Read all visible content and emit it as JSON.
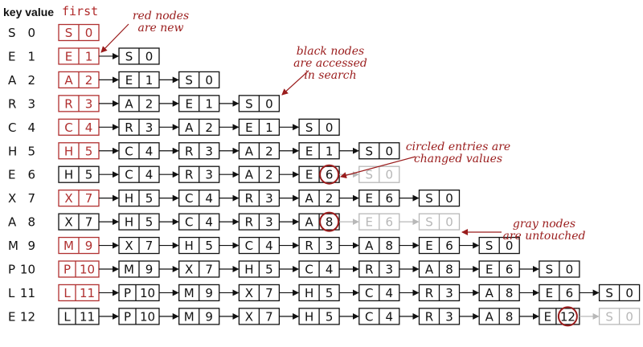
{
  "header": {
    "key_value": "key value",
    "first": "first"
  },
  "colors": {
    "red": "#b03030",
    "black": "#111111",
    "gray": "#b8b8b8",
    "ann": "#9a1c1c"
  },
  "rows": [
    {
      "key": "S",
      "value": "0",
      "first": [
        "S",
        "0"
      ],
      "chain": []
    },
    {
      "key": "E",
      "value": "1",
      "first": [
        "E",
        "1"
      ],
      "chain": [
        [
          "S",
          "0",
          "black"
        ]
      ]
    },
    {
      "key": "A",
      "value": "2",
      "first": [
        "A",
        "2"
      ],
      "chain": [
        [
          "E",
          "1",
          "black"
        ],
        [
          "S",
          "0",
          "black"
        ]
      ]
    },
    {
      "key": "R",
      "value": "3",
      "first": [
        "R",
        "3"
      ],
      "chain": [
        [
          "A",
          "2",
          "black"
        ],
        [
          "E",
          "1",
          "black"
        ],
        [
          "S",
          "0",
          "black"
        ]
      ]
    },
    {
      "key": "C",
      "value": "4",
      "first": [
        "C",
        "4"
      ],
      "chain": [
        [
          "R",
          "3",
          "black"
        ],
        [
          "A",
          "2",
          "black"
        ],
        [
          "E",
          "1",
          "black"
        ],
        [
          "S",
          "0",
          "black"
        ]
      ]
    },
    {
      "key": "H",
      "value": "5",
      "first": [
        "H",
        "5"
      ],
      "chain": [
        [
          "C",
          "4",
          "black"
        ],
        [
          "R",
          "3",
          "black"
        ],
        [
          "A",
          "2",
          "black"
        ],
        [
          "E",
          "1",
          "black"
        ],
        [
          "S",
          "0",
          "black"
        ]
      ]
    },
    {
      "key": "E",
      "value": "6",
      "first": [
        "H",
        "5"
      ],
      "firstColor": "black",
      "chain": [
        [
          "C",
          "4",
          "black"
        ],
        [
          "R",
          "3",
          "black"
        ],
        [
          "A",
          "2",
          "black"
        ],
        [
          "E",
          "6",
          "black",
          "circle"
        ],
        [
          "S",
          "0",
          "gray"
        ]
      ]
    },
    {
      "key": "X",
      "value": "7",
      "first": [
        "X",
        "7"
      ],
      "chain": [
        [
          "H",
          "5",
          "black"
        ],
        [
          "C",
          "4",
          "black"
        ],
        [
          "R",
          "3",
          "black"
        ],
        [
          "A",
          "2",
          "black"
        ],
        [
          "E",
          "6",
          "black"
        ],
        [
          "S",
          "0",
          "black"
        ]
      ]
    },
    {
      "key": "A",
      "value": "8",
      "first": [
        "X",
        "7"
      ],
      "firstColor": "black",
      "chain": [
        [
          "H",
          "5",
          "black"
        ],
        [
          "C",
          "4",
          "black"
        ],
        [
          "R",
          "3",
          "black"
        ],
        [
          "A",
          "8",
          "black",
          "circle"
        ],
        [
          "E",
          "6",
          "gray"
        ],
        [
          "S",
          "0",
          "gray"
        ]
      ]
    },
    {
      "key": "M",
      "value": "9",
      "first": [
        "M",
        "9"
      ],
      "chain": [
        [
          "X",
          "7",
          "black"
        ],
        [
          "H",
          "5",
          "black"
        ],
        [
          "C",
          "4",
          "black"
        ],
        [
          "R",
          "3",
          "black"
        ],
        [
          "A",
          "8",
          "black"
        ],
        [
          "E",
          "6",
          "black"
        ],
        [
          "S",
          "0",
          "black"
        ]
      ]
    },
    {
      "key": "P",
      "value": "10",
      "first": [
        "P",
        "10"
      ],
      "chain": [
        [
          "M",
          "9",
          "black"
        ],
        [
          "X",
          "7",
          "black"
        ],
        [
          "H",
          "5",
          "black"
        ],
        [
          "C",
          "4",
          "black"
        ],
        [
          "R",
          "3",
          "black"
        ],
        [
          "A",
          "8",
          "black"
        ],
        [
          "E",
          "6",
          "black"
        ],
        [
          "S",
          "0",
          "black"
        ]
      ]
    },
    {
      "key": "L",
      "value": "11",
      "first": [
        "L",
        "11"
      ],
      "chain": [
        [
          "P",
          "10",
          "black"
        ],
        [
          "M",
          "9",
          "black"
        ],
        [
          "X",
          "7",
          "black"
        ],
        [
          "H",
          "5",
          "black"
        ],
        [
          "C",
          "4",
          "black"
        ],
        [
          "R",
          "3",
          "black"
        ],
        [
          "A",
          "8",
          "black"
        ],
        [
          "E",
          "6",
          "black"
        ],
        [
          "S",
          "0",
          "black"
        ]
      ]
    },
    {
      "key": "E",
      "value": "12",
      "first": [
        "L",
        "11"
      ],
      "firstColor": "black",
      "chain": [
        [
          "P",
          "10",
          "black"
        ],
        [
          "M",
          "9",
          "black"
        ],
        [
          "X",
          "7",
          "black"
        ],
        [
          "H",
          "5",
          "black"
        ],
        [
          "C",
          "4",
          "black"
        ],
        [
          "R",
          "3",
          "black"
        ],
        [
          "A",
          "8",
          "black"
        ],
        [
          "E",
          "12",
          "black",
          "circle"
        ],
        [
          "S",
          "0",
          "gray"
        ]
      ]
    }
  ],
  "annotations": {
    "red": [
      "red nodes",
      "are new"
    ],
    "black": [
      "black nodes",
      "are accessed",
      "in search"
    ],
    "circled": [
      "circled entries are",
      "changed values"
    ],
    "gray": [
      "gray nodes",
      "are untouched"
    ]
  }
}
